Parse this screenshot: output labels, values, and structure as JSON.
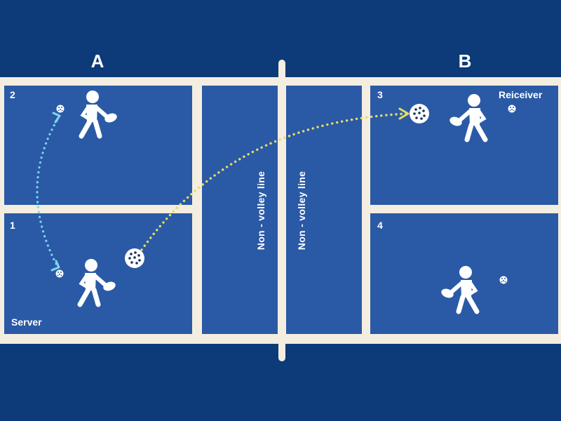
{
  "teams": {
    "a": {
      "label": "A"
    },
    "b": {
      "label": "B"
    }
  },
  "courts": {
    "a_top": {
      "number": "2"
    },
    "a_bottom": {
      "number": "1",
      "role": "Server"
    },
    "b_top": {
      "number": "3",
      "role": "Reiceiver"
    },
    "b_bottom": {
      "number": "4"
    }
  },
  "kitchen": {
    "left": "Non - volley line",
    "right": "Non - volley line"
  },
  "icons": {
    "player": "player-with-paddle-icon",
    "ball": "pickleball-icon",
    "position": "position-marker-icon"
  },
  "colors": {
    "background": "#0d3a78",
    "court": "#2a5aa6",
    "lines": "#f3eee0",
    "serve_path": "#e8dc62",
    "rotation_path": "#7fd6ef"
  }
}
